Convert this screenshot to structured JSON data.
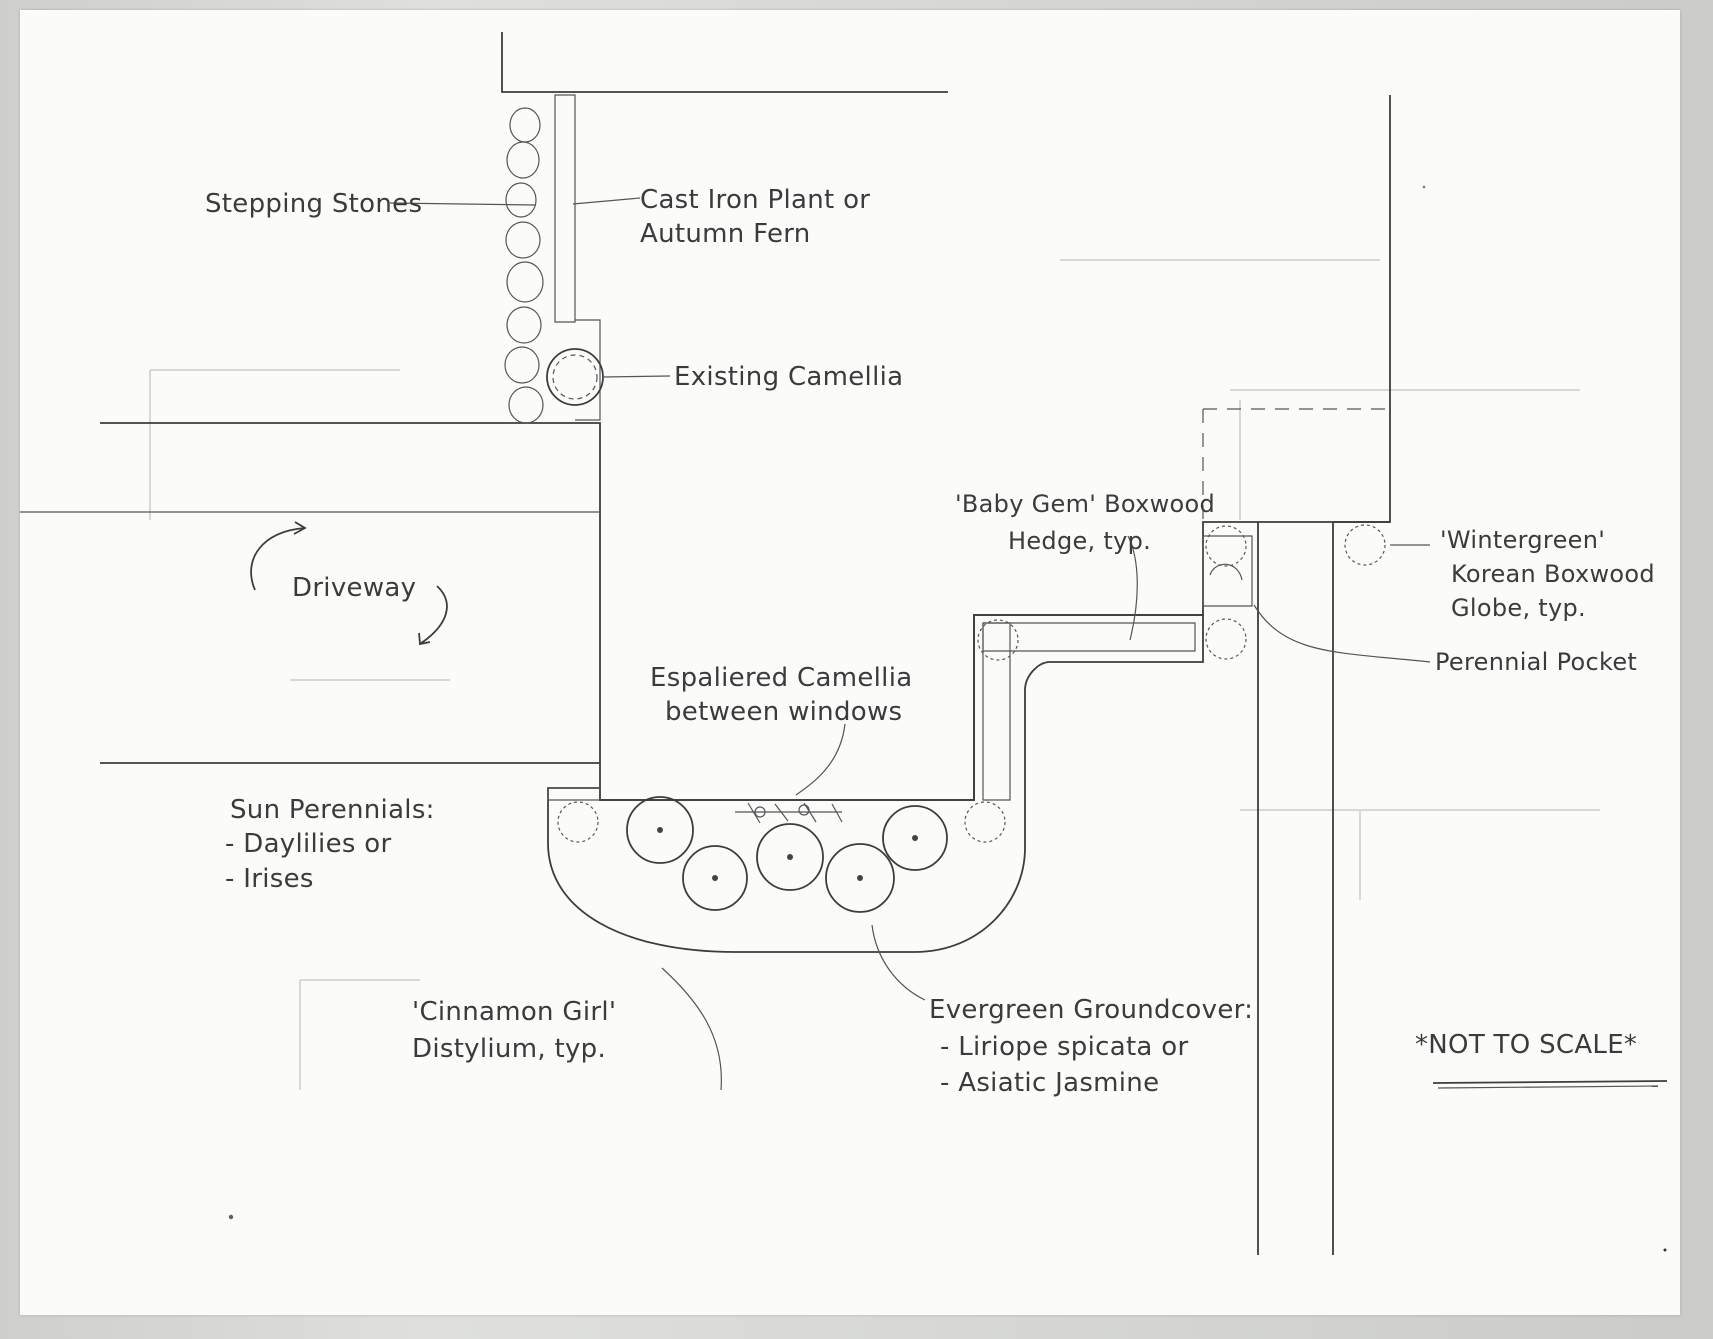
{
  "drawing": {
    "paper_color": "#fbfbfa",
    "ink_color": "#3d3d3d",
    "labels": {
      "stepping_stones": "Stepping Stones",
      "cast_iron_line1": "Cast Iron Plant or",
      "cast_iron_line2": "Autumn Fern",
      "existing_camellia": "Existing Camellia",
      "driveway": "Driveway",
      "baby_gem_line1": "'Baby Gem' Boxwood",
      "baby_gem_line2": "Hedge, typ.",
      "wintergreen_line1": "'Wintergreen'",
      "wintergreen_line2": "Korean Boxwood",
      "wintergreen_line3": "Globe, typ.",
      "perennial_pocket": "Perennial Pocket",
      "espaliered_line1": "Espaliered Camellia",
      "espaliered_line2": "between windows",
      "sun_perennials_line1": "Sun Perennials:",
      "sun_perennials_line2": "- Daylilies or",
      "sun_perennials_line3": "- Irises",
      "cinnamon_line1": "'Cinnamon Girl'",
      "cinnamon_line2": "Distylium, typ.",
      "evergreen_line1": "Evergreen Groundcover:",
      "evergreen_line2": "- Liriope spicata or",
      "evergreen_line3": "- Asiatic Jasmine",
      "not_to_scale": "*NOT TO SCALE*"
    }
  }
}
